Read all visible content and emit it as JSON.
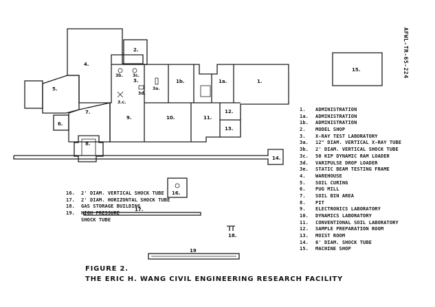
{
  "document_id": "AFWL-TR-65-224",
  "figure": {
    "number": "FIGURE 2.",
    "title": "THE ERIC H. WANG CIVIL ENGINEERING RESEARCH FACILITY"
  },
  "room_labels": {
    "r1": "1.",
    "r1a": "1a.",
    "r1b": "1b.",
    "r2": "2.",
    "r3": "3.",
    "r3a": "3a.",
    "r3b": "3b.",
    "r3c": "3c.",
    "r3c2": "3.c.",
    "r3d": "3d.",
    "r4": "4.",
    "r5": "5.",
    "r6": "6.",
    "r7": "7.",
    "r8": "8.",
    "r9": "9.",
    "r10": "10.",
    "r11": "11.",
    "r12": "12.",
    "r13": "13.",
    "r14": "14.",
    "r15": "15.",
    "r16": "16.",
    "r17": "17.",
    "r18": "18.",
    "r19": "19"
  },
  "legend_right": [
    {
      "num": "1.",
      "text": "ADMINISTRATION"
    },
    {
      "num": "1a.",
      "text": "ADMINISTRATION"
    },
    {
      "num": "1b.",
      "text": "ADMINISTRATION"
    },
    {
      "num": "2.",
      "text": "MODEL SHOP"
    },
    {
      "num": "3.",
      "text": "X-RAY TEST LABORATORY"
    },
    {
      "num": "3a.",
      "text": "12\" DIAM. VERTICAL X-RAY TUBE"
    },
    {
      "num": "3b.",
      "text": "2' DIAM. VERTICAL SHOCK TUBE"
    },
    {
      "num": "3c.",
      "text": "50 KIP DYNAMIC RAM LOADER"
    },
    {
      "num": "3d.",
      "text": "VARIPULSE DROP LOADER"
    },
    {
      "num": "3e.",
      "text": "STATIC BEAM TESTING FRAME"
    },
    {
      "num": "4.",
      "text": "WAREHOUSE"
    },
    {
      "num": "5.",
      "text": "SOIL CURING"
    },
    {
      "num": "6.",
      "text": "PUG MILL"
    },
    {
      "num": "7.",
      "text": "SOIL BIN AREA"
    },
    {
      "num": "8.",
      "text": "PIT"
    },
    {
      "num": "9.",
      "text": "ELECTRONICS LABORATORY"
    },
    {
      "num": "10.",
      "text": "DYNAMICS LABORATORY"
    },
    {
      "num": "11.",
      "text": "CONVENTIONAL SOIL LABORATORY"
    },
    {
      "num": "12.",
      "text": "SAMPLE PREPARATION ROOM"
    },
    {
      "num": "13.",
      "text": "MOIST ROOM"
    },
    {
      "num": "14.",
      "text": "6' DIAM. SHOCK TUBE"
    },
    {
      "num": "15.",
      "text": "MACHINE SHOP"
    }
  ],
  "legend_left": [
    {
      "num": "16.",
      "text": "2' DIAM. VERTICAL SHOCK TUBE"
    },
    {
      "num": "17.",
      "text": "2' DIAM. HORIZONTAL SHOCK TUBE"
    },
    {
      "num": "18.",
      "text": "GAS STORAGE BUILDING"
    },
    {
      "num": "19.",
      "text": "HIGH PRESSURE"
    },
    {
      "num": "",
      "text": "SHOCK TUBE"
    }
  ]
}
